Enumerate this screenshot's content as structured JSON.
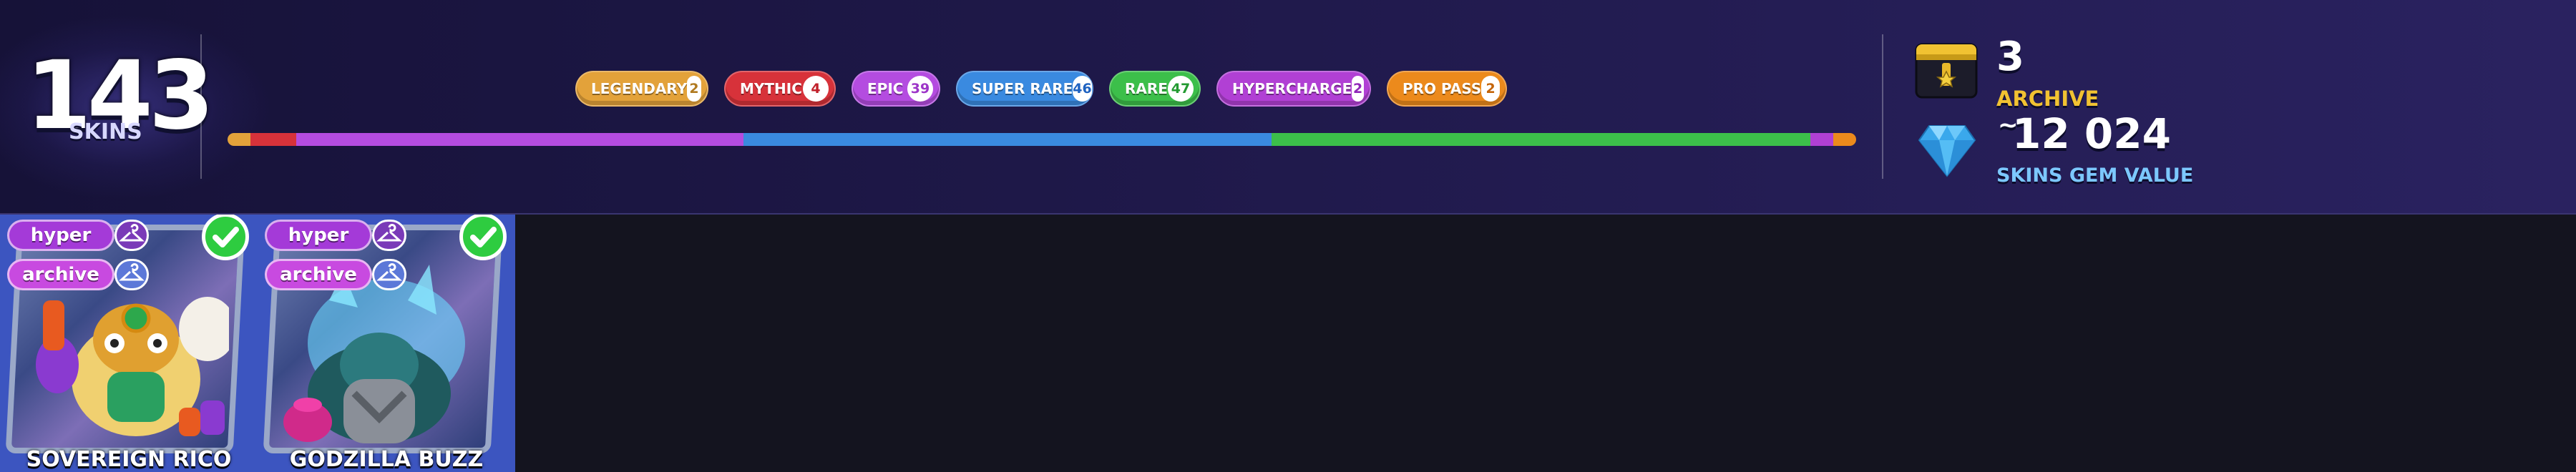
{
  "summary": {
    "total_skins": "143",
    "total_label": "SKINS"
  },
  "rarities": [
    {
      "label": "LEGENDARY",
      "count": "2",
      "color": "#e3a23a",
      "count_color": "#b07a20"
    },
    {
      "label": "MYTHIC",
      "count": "4",
      "color": "#d7323a",
      "count_color": "#c0202a"
    },
    {
      "label": "EPIC",
      "count": "39",
      "color": "#b44ce0",
      "count_color": "#9d35c8"
    },
    {
      "label": "SUPER RARE",
      "count": "46",
      "color": "#3a8ae0",
      "count_color": "#1f62c0"
    },
    {
      "label": "RARE",
      "count": "47",
      "color": "#3cbf4a",
      "count_color": "#239a31"
    },
    {
      "label": "HYPERCHARGE",
      "count": "2",
      "color": "#b140d4",
      "count_color": "#9026b8"
    },
    {
      "label": "PRO PASS",
      "count": "2",
      "color": "#ec8a1c",
      "count_color": "#c4650a"
    }
  ],
  "stats": {
    "archive_count": "3",
    "archive_label": "ARCHIVE",
    "gem_prefix": "~",
    "gem_value": "12 024",
    "gem_label": "SKINS GEM VALUE"
  },
  "cards": [
    {
      "name": "SOVEREIGN RICO",
      "tags": [
        "hyper",
        "archive"
      ],
      "owned": true,
      "tag_colors": [
        "#a43ad8",
        "#c84ae0"
      ]
    },
    {
      "name": "GODZILLA BUZZ",
      "tags": [
        "hyper",
        "archive"
      ],
      "owned": true,
      "tag_colors": [
        "#a43ad8",
        "#c84ae0"
      ]
    }
  ],
  "icons": [
    "chest-icon",
    "gem-icon",
    "hanger-icon",
    "check-icon"
  ]
}
